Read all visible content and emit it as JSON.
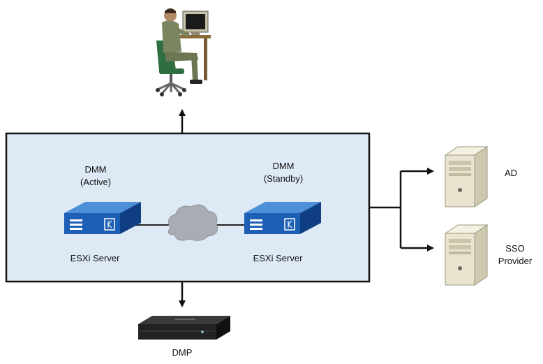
{
  "diagram": {
    "primary_node": {
      "title": "DMM",
      "state": "(Active)",
      "host": "ESXi Server"
    },
    "standby_node": {
      "title": "DMM",
      "state": "(Standby)",
      "host": "ESXi Server"
    },
    "ad_server": {
      "label": "AD"
    },
    "sso_server": {
      "label_line1": "SSO",
      "label_line2": "Provider"
    },
    "dmp": {
      "label": "DMP"
    }
  },
  "colors": {
    "cluster_fill": "#dde9f5",
    "server_blue": "#1d5fb4",
    "cloud_gray": "#a7adb2",
    "tower_beige": "#e8e4cf"
  },
  "icons": [
    "user-workstation-icon",
    "esxi-server-icon",
    "network-cloud-icon",
    "tower-server-icon",
    "media-player-icon"
  ]
}
